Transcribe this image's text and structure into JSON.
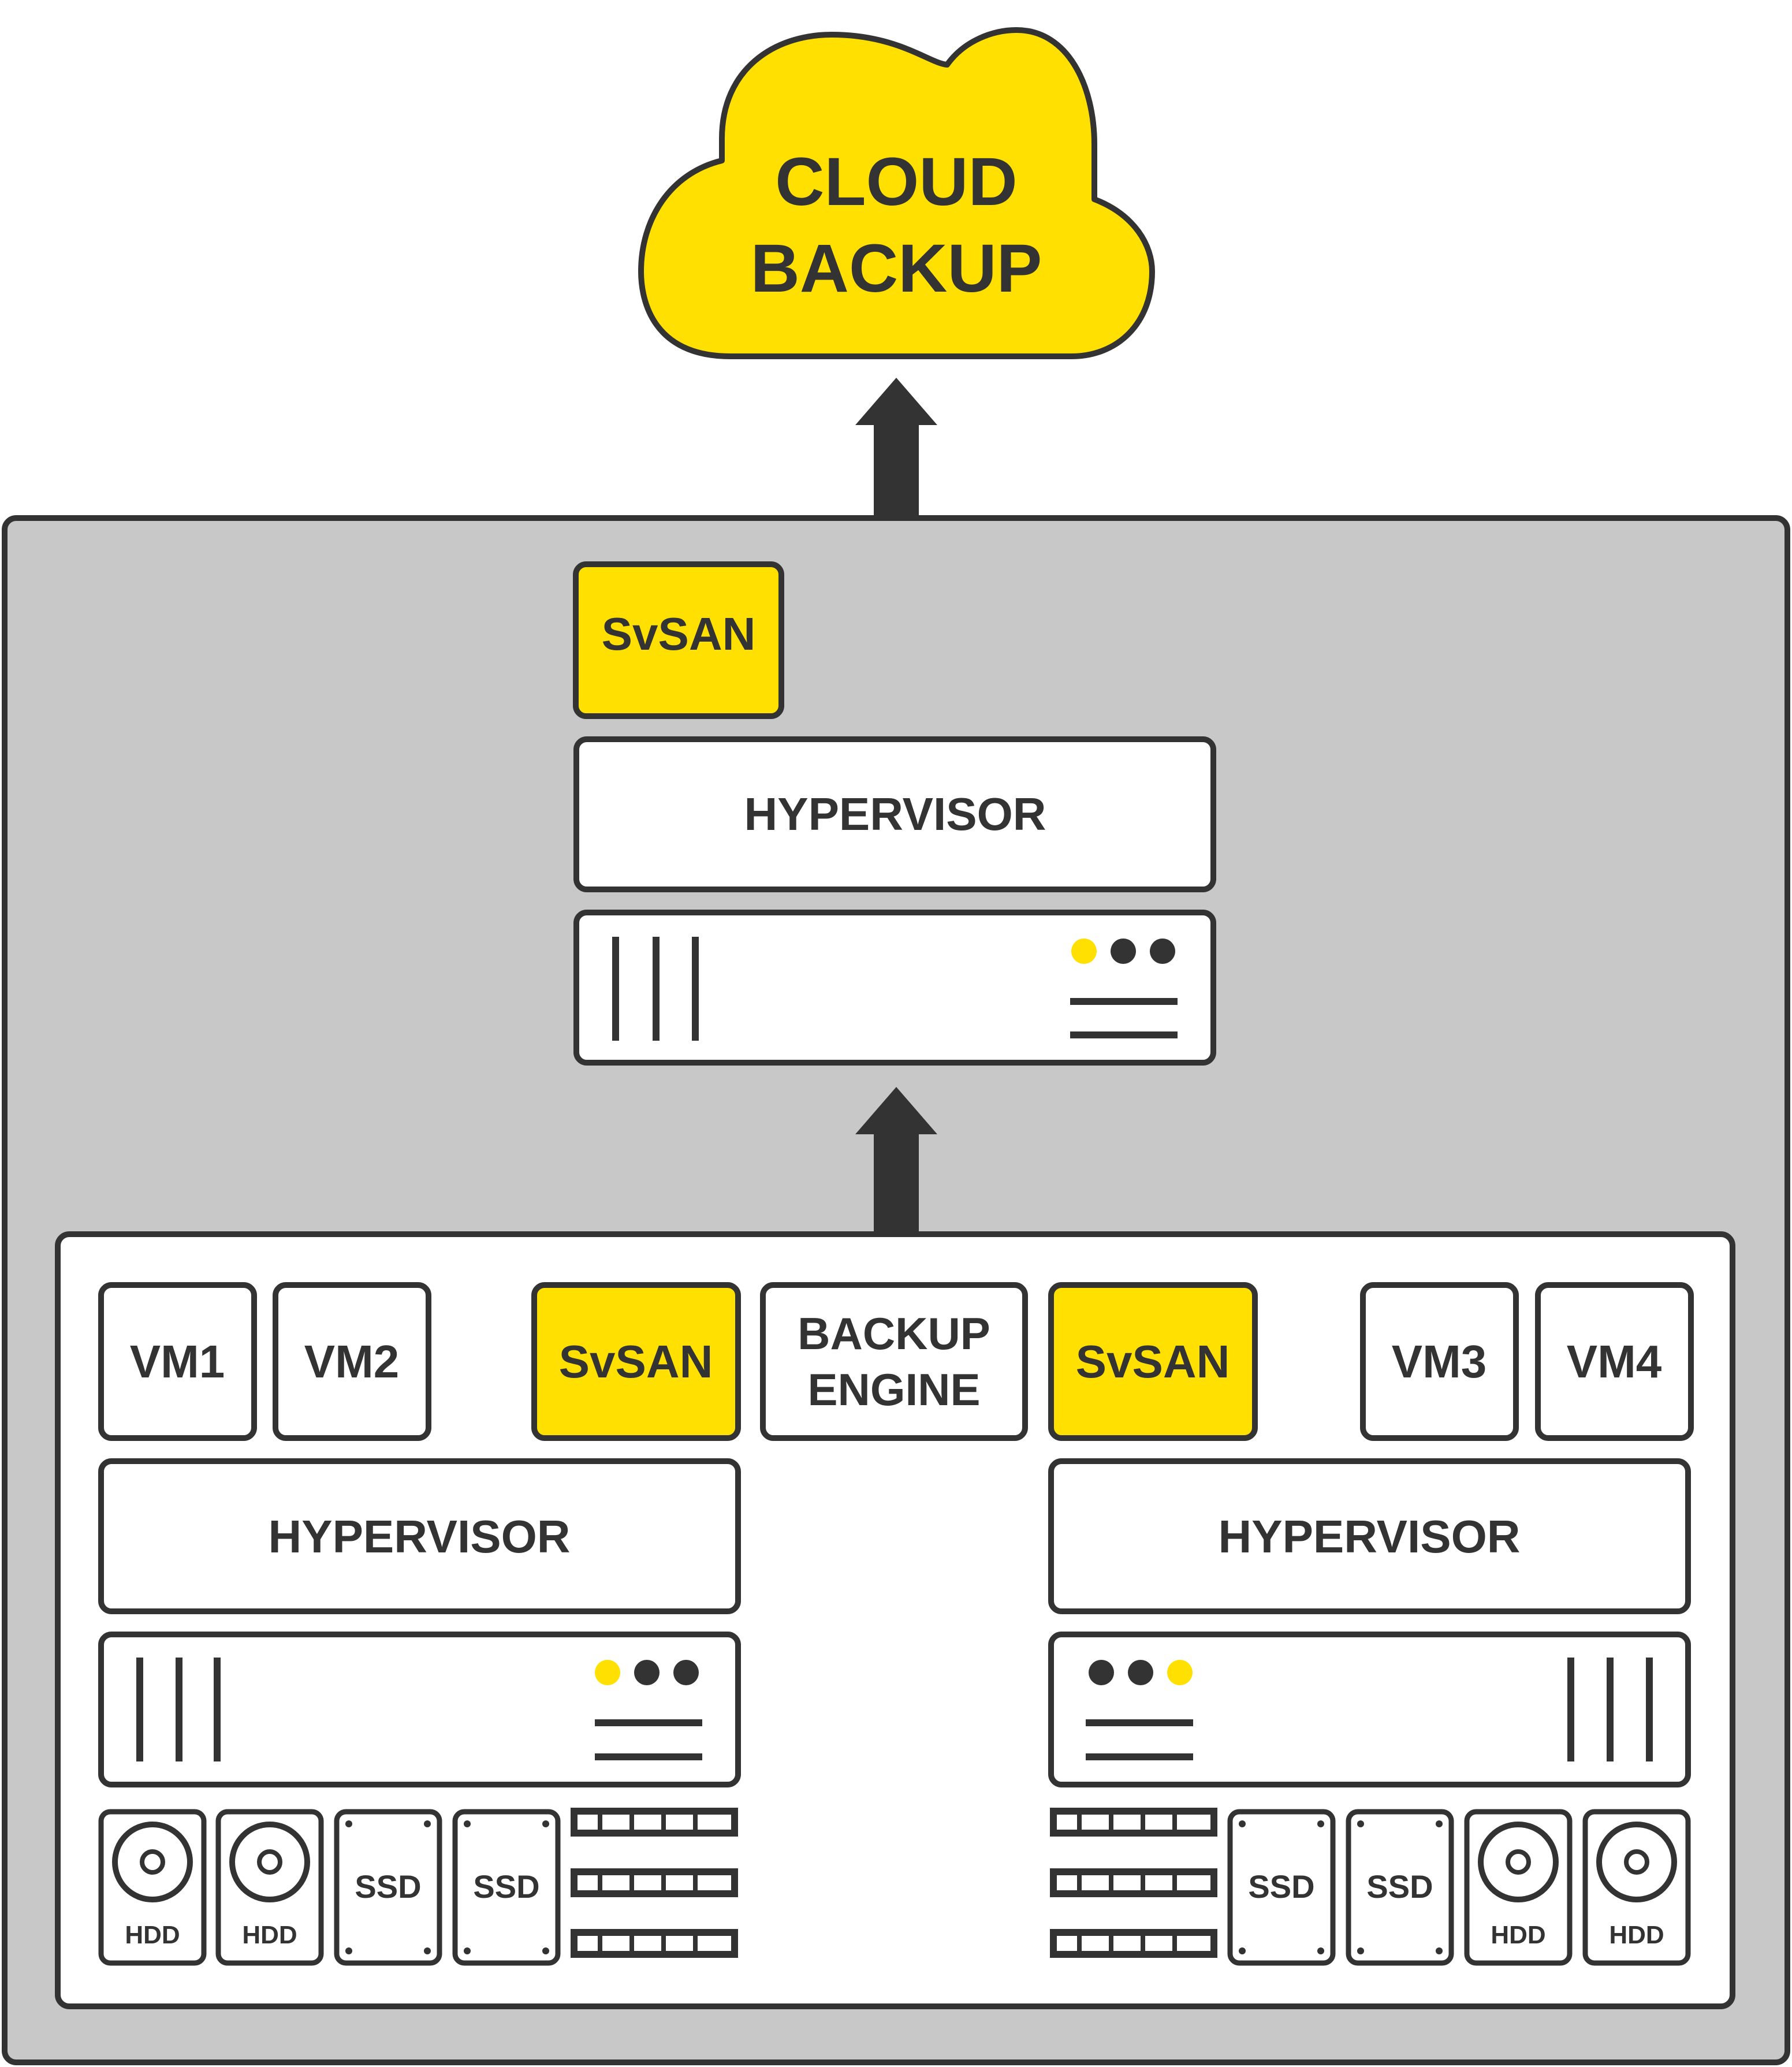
{
  "colors": {
    "yellow": "#FFE000",
    "outline": "#333333",
    "panel_gray": "#C8C8C8",
    "white": "#FFFFFF"
  },
  "cloud": {
    "line1": "CLOUD",
    "line2": "BACKUP"
  },
  "backup_host": {
    "svsan_label": "SvSAN",
    "hypervisor_label": "HYPERVISOR"
  },
  "cluster": {
    "left_node": {
      "vm1": "VM1",
      "vm2": "VM2",
      "svsan_label": "SvSAN",
      "hypervisor_label": "HYPERVISOR",
      "hdd_label": "HDD",
      "ssd_label": "SSD"
    },
    "backup_engine": {
      "line1": "BACKUP",
      "line2": "ENGINE"
    },
    "right_node": {
      "svsan_label": "SvSAN",
      "vm3": "VM3",
      "vm4": "VM4",
      "hypervisor_label": "HYPERVISOR",
      "hdd_label": "HDD",
      "ssd_label": "SSD"
    }
  }
}
